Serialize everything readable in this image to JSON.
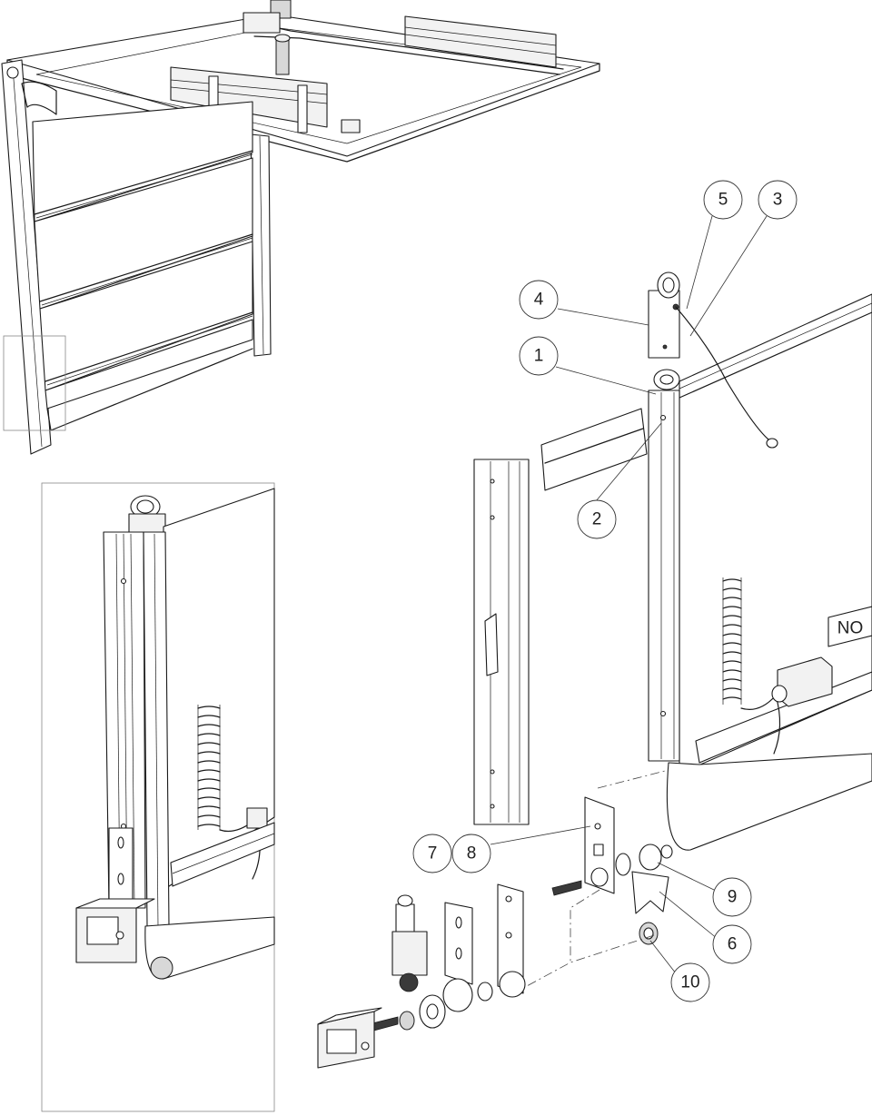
{
  "callouts": [
    {
      "id": "c5",
      "label": "5"
    },
    {
      "id": "c3",
      "label": "3"
    },
    {
      "id": "c4",
      "label": "4"
    },
    {
      "id": "c1",
      "label": "1"
    },
    {
      "id": "c2",
      "label": "2"
    },
    {
      "id": "c7",
      "label": "7"
    },
    {
      "id": "c8",
      "label": "8"
    },
    {
      "id": "c9",
      "label": "9"
    },
    {
      "id": "c6",
      "label": "6"
    },
    {
      "id": "c10",
      "label": "10"
    }
  ],
  "panel_text": "NO",
  "colors": {
    "line": "#1a1a1a",
    "fill": "#f2f2f2",
    "frame": "#888888"
  }
}
